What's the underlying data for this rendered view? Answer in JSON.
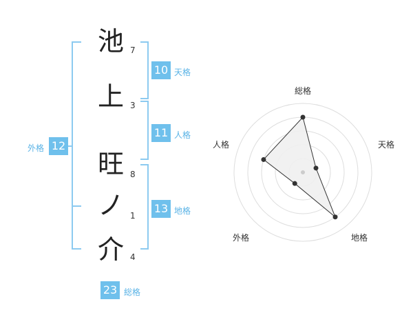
{
  "name": {
    "chars": [
      {
        "char": "池",
        "strokes": "7"
      },
      {
        "char": "上",
        "strokes": "3"
      },
      {
        "char": "旺",
        "strokes": "8"
      },
      {
        "char": "ノ",
        "strokes": "1"
      },
      {
        "char": "介",
        "strokes": "4"
      }
    ]
  },
  "fortunes": {
    "tenkaku": {
      "label": "天格",
      "value": "10"
    },
    "jinkaku": {
      "label": "人格",
      "value": "11"
    },
    "chikaku": {
      "label": "地格",
      "value": "13"
    },
    "gaikaku": {
      "label": "外格",
      "value": "12"
    },
    "soukaku": {
      "label": "総格",
      "value": "23"
    }
  },
  "chart_data": {
    "type": "radar",
    "axes": [
      "総格",
      "天格",
      "地格",
      "外格",
      "人格"
    ],
    "values": [
      23,
      10,
      13,
      12,
      11
    ],
    "relative_levels": [
      0.8,
      0.2,
      0.8,
      0.2,
      0.6
    ],
    "rings": 5,
    "colors": {
      "fill": "#efefef",
      "stroke": "#333333",
      "ring": "#dddddd",
      "center": "#cccccc"
    }
  }
}
